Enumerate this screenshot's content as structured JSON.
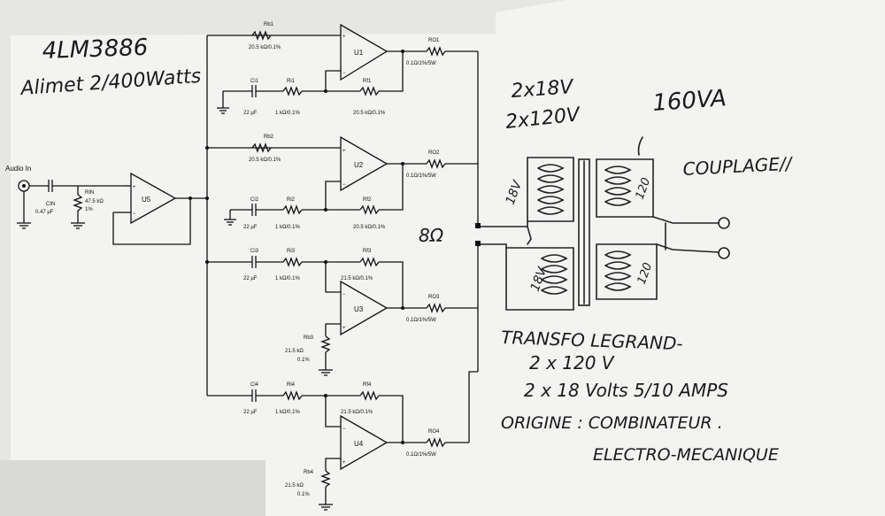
{
  "notes": {
    "title_line1": "4LM3886",
    "title_line2": "Alimet 2/400Watts",
    "transfo_v1": "2x18V",
    "transfo_v2": "2x120V",
    "va": "160VA",
    "couplage": "COUPLAGE//",
    "ohm": "8Ω",
    "winding_18a": "18V",
    "winding_18b": "18V",
    "winding_120a": "120",
    "winding_120b": "120",
    "legrand": "TRANSFO LEGRAND-",
    "line_120": "2 x 120 V",
    "line_18": "2 x 18 Volts 5/10 AMPS",
    "origine": "ORIGINE : COMBINATEUR .",
    "electro": "ELECTRO-MECANIQUE"
  },
  "schematic": {
    "audio_in": "Audio In",
    "cin_name": "CIN",
    "cin_val": "0.47 µF",
    "rin_name": "RIN",
    "rin_val": "47.5 kΩ",
    "rin_tol": "1%",
    "u5": "U5",
    "stages": [
      {
        "op": "U1",
        "ri_top": "Rb1",
        "ri_top_val": "20.5 kΩ/0.1%",
        "c": "Ci1",
        "c_val": "22 µF",
        "r1": "Ri1",
        "r1_val": "1 kΩ/0.1%",
        "rf": "Rf1",
        "rf_val": "20.5 kΩ/0.1%",
        "ro": "RO1",
        "ro_val": "0.1Ω/1%/5W"
      },
      {
        "op": "U2",
        "ri_top": "Rb2",
        "ri_top_val": "20.5 kΩ/0.1%",
        "c": "Ci2",
        "c_val": "22 µF",
        "r1": "Ri2",
        "r1_val": "1 kΩ/0.1%",
        "rf": "Rf2",
        "rf_val": "20.5 kΩ/0.1%",
        "ro": "RO2",
        "ro_val": "0.1Ω/1%/5W"
      },
      {
        "op": "U3",
        "c": "Ci3",
        "c_val": "22 µF",
        "r1": "Ri3",
        "r1_val": "1 kΩ/0.1%",
        "rf": "Rf3",
        "rf_val": "21.5 kΩ/0.1%",
        "rb": "Rb3",
        "rb_val": "21.5 kΩ",
        "rb_tol": "0.1%",
        "ro": "RO3",
        "ro_val": "0.1Ω/1%/5W"
      },
      {
        "op": "U4",
        "c": "Ci4",
        "c_val": "22 µF",
        "r1": "Ri4",
        "r1_val": "1 kΩ/0.1%",
        "rf": "Rf4",
        "rf_val": "21.5 kΩ/0.1%",
        "rb": "Rb4",
        "rb_val": "21.5 kΩ",
        "rb_tol": "0.1%",
        "ro": "RO4",
        "ro_val": "0.1Ω/1%/5W"
      }
    ]
  },
  "colors": {
    "paper": "#e9e9e6",
    "ink": "#111111",
    "pen": "#222222"
  }
}
